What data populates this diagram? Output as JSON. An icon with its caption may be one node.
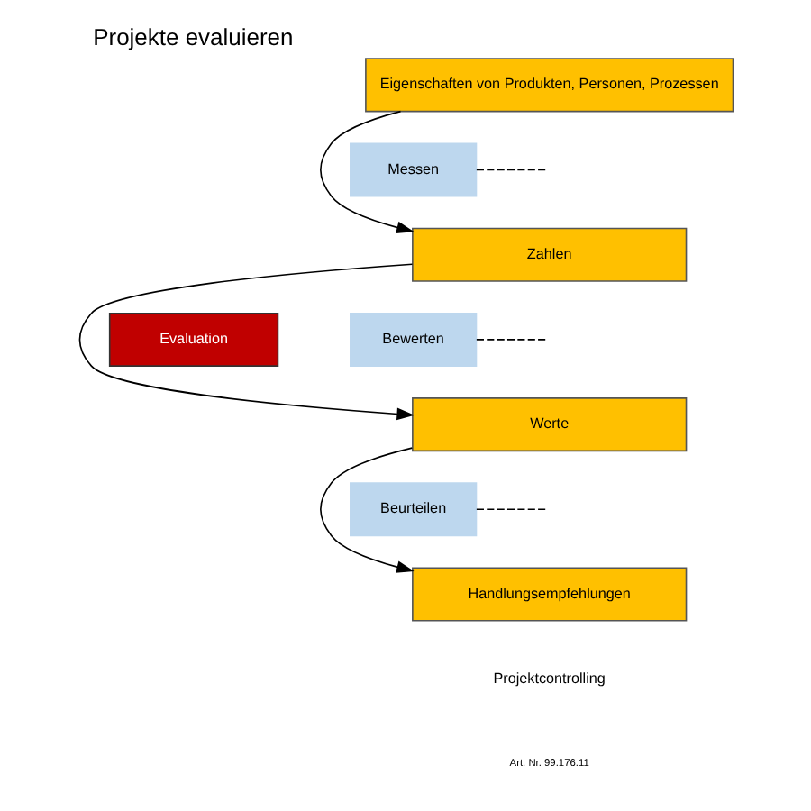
{
  "diagram": {
    "title": "Projekte evaluieren",
    "nodes": [
      {
        "text": [
          "Eigenschaften von Produkten, Personen, Prozessen"
        ]
      },
      {
        "text": [
          "Zahlen"
        ]
      },
      {
        "text": [
          "Werte"
        ]
      },
      {
        "text": [
          "Handlungsempfehlungen"
        ]
      },
      {
        "text": [
          "Evaluation"
        ]
      },
      {
        "text": [
          "Messen"
        ]
      },
      {
        "text": [
          "Bewerten"
        ]
      },
      {
        "text": [
          "Beurteilen"
        ]
      }
    ],
    "edges": [
      {
        "from": 0,
        "to": 1,
        "arrow": "to"
      },
      {
        "from": 1,
        "to": 2,
        "arrow": "to"
      },
      {
        "from": 2,
        "to": 3,
        "arrow": "to"
      },
      {
        "from": 5,
        "to": null,
        "arrow": "none",
        "style": "dashed"
      },
      {
        "from": 6,
        "to": null,
        "arrow": "none",
        "style": "dashed"
      },
      {
        "from": 7,
        "to": null,
        "arrow": "none",
        "style": "dashed"
      }
    ],
    "labels": [
      "Projektcontrolling",
      "Art. Nr. 99.176.11"
    ]
  }
}
